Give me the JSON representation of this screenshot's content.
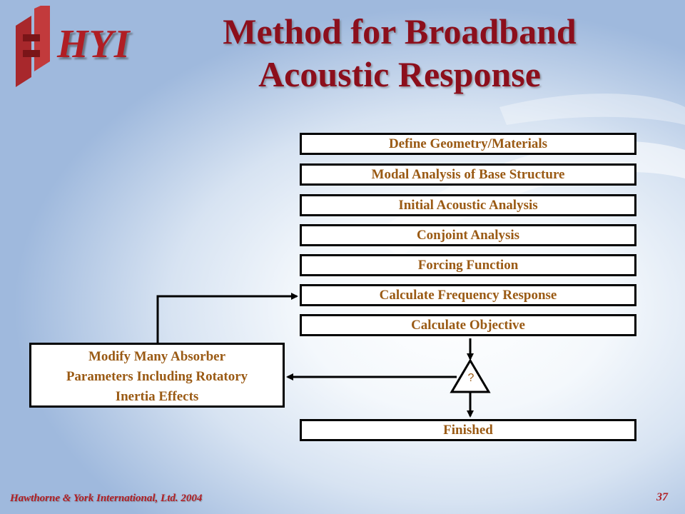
{
  "logo": {
    "text": "HYI"
  },
  "title": {
    "line1": "Method for Broadband",
    "line2": "Acoustic Response"
  },
  "steps": [
    "Define Geometry/Materials",
    "Modal Analysis of Base Structure",
    "Initial Acoustic Analysis",
    "Conjoint Analysis",
    "Forcing Function",
    "Calculate Frequency Response",
    "Calculate Objective"
  ],
  "modify_box": {
    "line1": "Modify Many Absorber",
    "line2": "Parameters Including Rotatory",
    "line3": "Inertia Effects"
  },
  "decision": {
    "symbol": "?"
  },
  "finished": "Finished",
  "footer": {
    "credit": "Hawthorne & York International, Ltd. 2004",
    "page_number": "37"
  },
  "colors": {
    "title": "#8c0f1c",
    "box_text": "#9a5a14",
    "logo": "#b01e24"
  }
}
